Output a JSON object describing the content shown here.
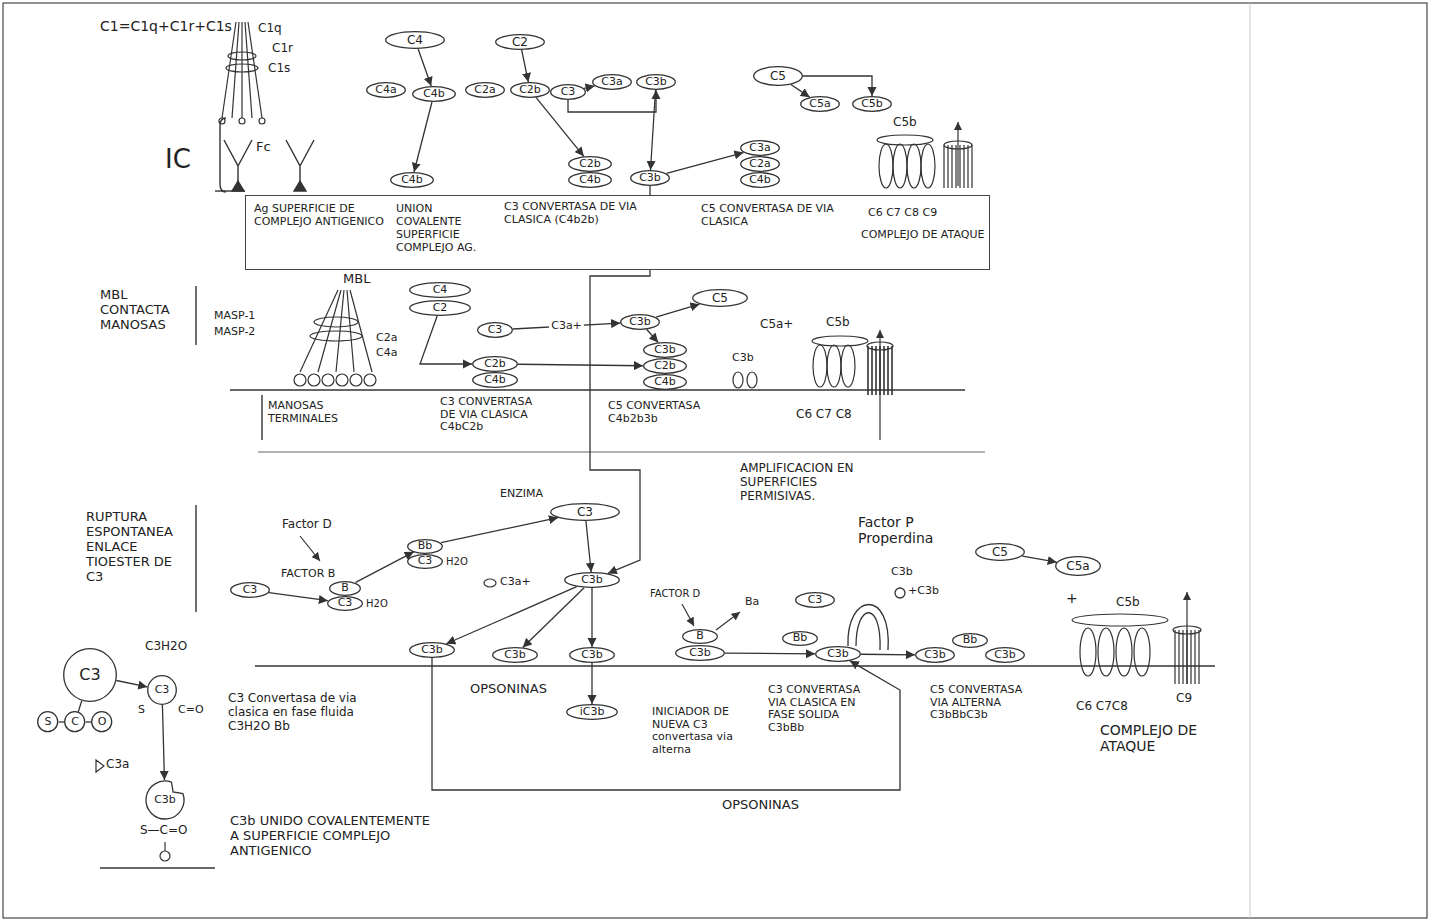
{
  "diagram": {
    "nodes": [
      {
        "text": [
          "Ag SUPERFICIE DE COMPLEJO ANTIGENICO",
          "UNION COVALENTE SUPERFICIE COMPLEJO AG.",
          "C3 CONVERTASA DE VIA CLASICA (C4b2b)",
          "C5 CONVERTASA DE VIA CLASICA",
          "C6 C7 C8 C9",
          "COMPLEJO DE ATAQUE"
        ]
      },
      {
        "text": [
          "C4"
        ]
      },
      {
        "text": [
          "C2"
        ]
      },
      {
        "text": [
          "C4a"
        ]
      },
      {
        "text": [
          "C4b"
        ]
      },
      {
        "text": [
          "C2a"
        ]
      },
      {
        "text": [
          "C2b"
        ]
      },
      {
        "text": [
          "C3"
        ]
      },
      {
        "text": [
          "C3a"
        ]
      },
      {
        "text": [
          "C3b"
        ]
      },
      {
        "text": [
          "C4b"
        ]
      },
      {
        "text": [
          "C2b"
        ]
      },
      {
        "text": [
          "C4b"
        ]
      },
      {
        "text": [
          "C3b"
        ]
      },
      {
        "text": [
          "C5"
        ]
      },
      {
        "text": [
          "C5a"
        ]
      },
      {
        "text": [
          "C5b"
        ]
      },
      {
        "text": [
          "C3a"
        ]
      },
      {
        "text": [
          "C2a"
        ]
      },
      {
        "text": [
          "C4b"
        ]
      },
      {
        "text": [
          "C4"
        ]
      },
      {
        "text": [
          "C2"
        ]
      },
      {
        "text": [
          "C3"
        ]
      },
      {
        "text": [
          "C2b"
        ]
      },
      {
        "text": [
          "C4b"
        ]
      },
      {
        "text": [
          "C3b"
        ]
      },
      {
        "text": [
          "C5"
        ]
      },
      {
        "text": [
          "C3b"
        ]
      },
      {
        "text": [
          "C2b"
        ]
      },
      {
        "text": [
          "C4b"
        ]
      },
      {
        "text": [
          "C3"
        ]
      },
      {
        "text": [
          "B"
        ]
      },
      {
        "text": [
          "C3"
        ]
      },
      {
        "text": [
          "Bb"
        ]
      },
      {
        "text": [
          "C3"
        ]
      },
      {
        "text": [
          "C3"
        ]
      },
      {
        "text": [
          "C3b"
        ]
      },
      {
        "text": [
          "C3b"
        ]
      },
      {
        "text": [
          "C3b"
        ]
      },
      {
        "text": [
          "C3b"
        ]
      },
      {
        "text": [
          "iC3b"
        ]
      },
      {
        "text": [
          "B"
        ]
      },
      {
        "text": [
          "C3b"
        ]
      },
      {
        "text": [
          "C3"
        ]
      },
      {
        "text": [
          "Bb"
        ]
      },
      {
        "text": [
          "C3b"
        ]
      },
      {
        "text": [
          "C3b"
        ]
      },
      {
        "text": [
          "Bb"
        ]
      },
      {
        "text": [
          "C3b"
        ]
      },
      {
        "text": [
          "C5"
        ]
      },
      {
        "text": [
          "C5a"
        ]
      },
      {
        "text": [
          "C3"
        ]
      },
      {
        "text": [
          "C3"
        ]
      },
      {
        "text": [
          "S"
        ]
      },
      {
        "text": [
          "C"
        ]
      },
      {
        "text": [
          "O"
        ]
      },
      {
        "text": [
          "C3b"
        ]
      }
    ],
    "edges": [
      {
        "from": 1,
        "to": 4,
        "arrow": "to"
      },
      {
        "from": 4,
        "to": 10,
        "arrow": "to"
      },
      {
        "from": 2,
        "to": 6,
        "arrow": "to"
      },
      {
        "from": 6,
        "to": 11,
        "arrow": "to"
      },
      {
        "from": 7,
        "to": 8,
        "arrow": "to"
      },
      {
        "from": 7,
        "to": 9,
        "arrow": "to"
      },
      {
        "from": 9,
        "to": 13,
        "arrow": "to"
      },
      {
        "from": 13,
        "to": 17,
        "arrow": "to"
      },
      {
        "from": 14,
        "to": 15,
        "arrow": "to"
      },
      {
        "from": 14,
        "to": 16,
        "arrow": "to"
      },
      {
        "from": 21,
        "to": 23,
        "arrow": "to"
      },
      {
        "from": 22,
        "to": 25,
        "label": "C3a+",
        "arrow": "to"
      },
      {
        "from": 25,
        "to": 27,
        "arrow": "to"
      },
      {
        "from": 25,
        "to": 26,
        "arrow": "to"
      },
      {
        "from": 23,
        "to": 28,
        "arrow": "to"
      },
      {
        "from": 30,
        "to": 32,
        "arrow": "to"
      },
      {
        "from": 31,
        "to": 33,
        "arrow": "to"
      },
      {
        "from": 33,
        "to": 35,
        "arrow": "to"
      },
      {
        "from": 35,
        "to": 36,
        "arrow": "to"
      },
      {
        "from": 36,
        "to": 37,
        "arrow": "to"
      },
      {
        "from": 36,
        "to": 38,
        "arrow": "to"
      },
      {
        "from": 36,
        "to": 39,
        "arrow": "to"
      },
      {
        "from": 39,
        "to": 40,
        "arrow": "to"
      },
      {
        "from": 42,
        "to": 45,
        "arrow": "to"
      },
      {
        "from": 45,
        "to": 46,
        "arrow": "to"
      },
      {
        "from": 49,
        "to": 50,
        "arrow": "to"
      },
      {
        "from": 13,
        "to": 36,
        "arrow": "to"
      },
      {
        "from": 37,
        "to": 45,
        "arrow": "to"
      },
      {
        "from": 51,
        "to": 52,
        "arrow": "to"
      },
      {
        "from": 53,
        "to": 54,
        "arrow": "none"
      },
      {
        "from": 54,
        "to": 55,
        "arrow": "none"
      },
      {
        "from": 54,
        "to": 51,
        "arrow": "none"
      },
      {
        "from": 52,
        "to": 56,
        "arrow": "to"
      }
    ],
    "labels": [
      "C1=C1q+C1r+C1s",
      "C1q",
      "C1r",
      "C1s",
      "Fc",
      "IC",
      "C5b",
      "MBL CONTACTA MANOSAS",
      "MBL",
      "MASP-1",
      "MASP-2",
      "C2a",
      "C4a",
      "C5a+",
      "C3b",
      "C5b",
      "MANOSAS TERMINALES",
      "C3 CONVERTASA DE VIA CLASICA C4bC2b",
      "C5 CONVERTASA C4b2b3b",
      "C6 C7 C8",
      "RUPTURA ESPONTANEA ENLACE TIOESTER DE C3",
      "Factor D",
      "FACTOR B",
      "H2O",
      "H2O",
      "ENZIMA",
      "C3a+",
      "OPSONINAS",
      "C3 Convertasa de via clasica en fase fluida C3H2O Bb",
      "FACTOR D",
      "Ba",
      "INICIADOR DE NUEVA C3 convertasa via alterna",
      "Factor P Properdina",
      "C3b",
      "+C3b",
      "AMPLIFICACION EN SUPERFICIES PERMISIVAS.",
      "C3 CONVERTASA VIA CLASICA EN FASE SOLIDA C3bBb",
      "C5 CONVERTASA VIA ALTERNA C3bBbC3b",
      "+",
      "C5b",
      "C6 C7C8",
      "C9",
      "COMPLEJO DE ATAQUE",
      "OPSONINAS",
      "C3H2O",
      "S",
      "C=O",
      "C3a",
      "S—C=O",
      "C3b UNIDO COVALENTEMENTE A SUPERFICIE COMPLEJO ANTIGENICO"
    ]
  }
}
